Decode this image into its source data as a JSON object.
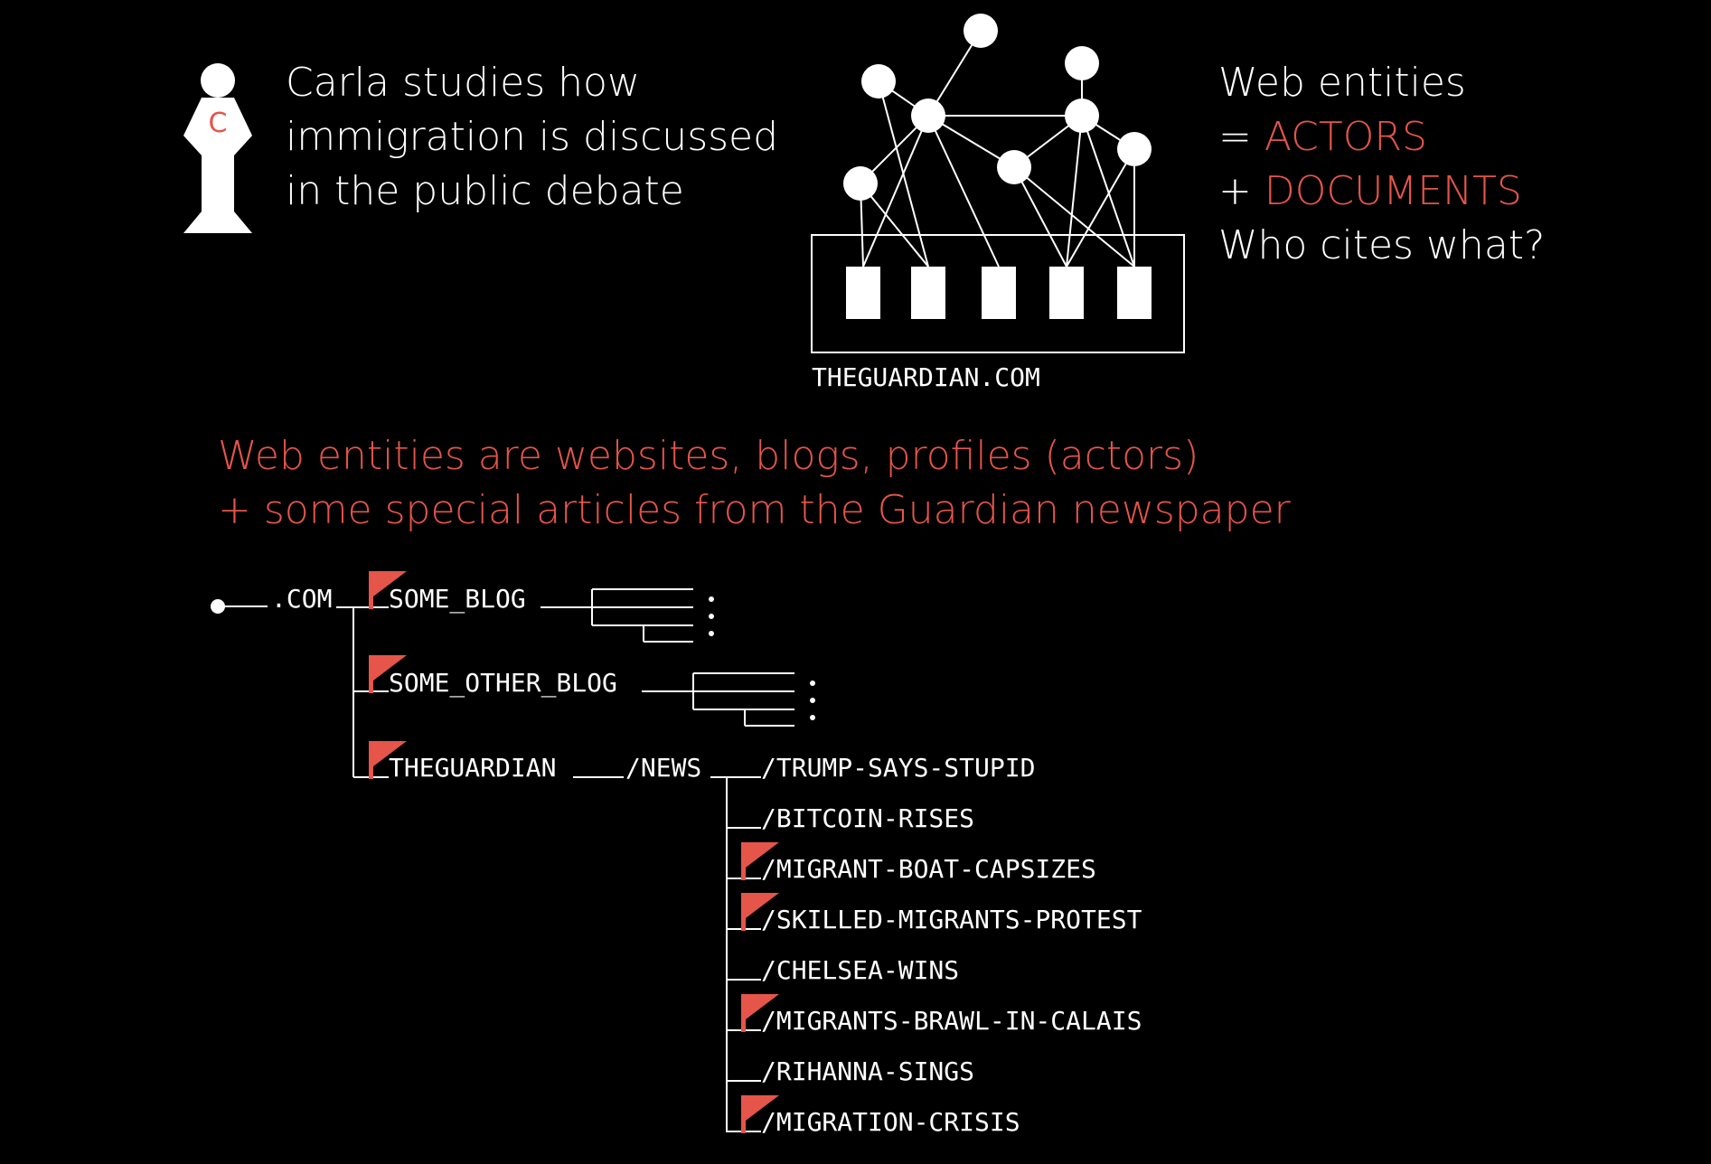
{
  "colors": {
    "background": "#000000",
    "ink": "#ffffff",
    "accent": "#e5554a"
  },
  "intro": {
    "person_badge": "C",
    "lines": [
      "Carla studies how",
      "immigration is discussed",
      "in the public debate"
    ]
  },
  "entities_text": {
    "line1": "Web entities",
    "line2_prefix": "= ",
    "line2_accent": "ACTORS",
    "line3_prefix": "+ ",
    "line3_accent": "DOCUMENTS",
    "line4": "Who cites what?"
  },
  "network": {
    "container_label": "THEGUARDIAN.COM"
  },
  "definition": {
    "line1": "Web entities are websites, blogs, profiles (actors)",
    "line2": "+ some special articles from the Guardian newspaper"
  },
  "tree": {
    "root": ".COM",
    "blog1": "SOME_BLOG",
    "blog2": "SOME_OTHER_BLOG",
    "guardian": "THEGUARDIAN",
    "news": "/NEWS",
    "articles": [
      {
        "label": "/TRUMP-SAYS-STUPID",
        "flagged": false
      },
      {
        "label": "/BITCOIN-RISES",
        "flagged": false
      },
      {
        "label": "/MIGRANT-BOAT-CAPSIZES",
        "flagged": true
      },
      {
        "label": "/SKILLED-MIGRANTS-PROTEST",
        "flagged": true
      },
      {
        "label": "/CHELSEA-WINS",
        "flagged": false
      },
      {
        "label": "/MIGRANTS-BRAWL-IN-CALAIS",
        "flagged": true
      },
      {
        "label": "/RIHANNA-SINGS",
        "flagged": false
      },
      {
        "label": "/MIGRATION-CRISIS",
        "flagged": true
      }
    ]
  }
}
